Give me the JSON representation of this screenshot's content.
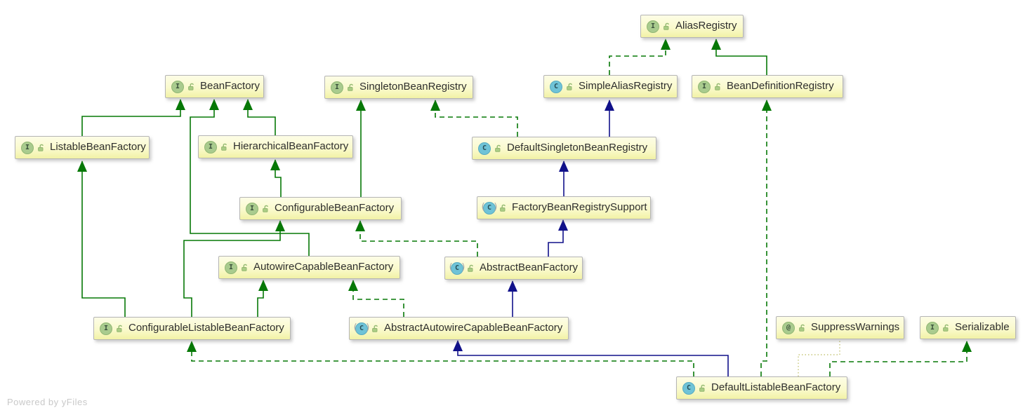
{
  "diagram": {
    "watermark": "Powered by yFiles",
    "nodes": [
      {
        "id": "AliasRegistry",
        "label": "AliasRegistry",
        "stereotype": "interface"
      },
      {
        "id": "BeanFactory",
        "label": "BeanFactory",
        "stereotype": "interface"
      },
      {
        "id": "SingletonBeanRegistry",
        "label": "SingletonBeanRegistry",
        "stereotype": "interface"
      },
      {
        "id": "SimpleAliasRegistry",
        "label": "SimpleAliasRegistry",
        "stereotype": "class"
      },
      {
        "id": "BeanDefinitionRegistry",
        "label": "BeanDefinitionRegistry",
        "stereotype": "interface"
      },
      {
        "id": "ListableBeanFactory",
        "label": "ListableBeanFactory",
        "stereotype": "interface"
      },
      {
        "id": "HierarchicalBeanFactory",
        "label": "HierarchicalBeanFactory",
        "stereotype": "interface"
      },
      {
        "id": "DefaultSingletonBeanRegistry",
        "label": "DefaultSingletonBeanRegistry",
        "stereotype": "class"
      },
      {
        "id": "ConfigurableBeanFactory",
        "label": "ConfigurableBeanFactory",
        "stereotype": "interface"
      },
      {
        "id": "FactoryBeanRegistrySupport",
        "label": "FactoryBeanRegistrySupport",
        "stereotype": "abstract"
      },
      {
        "id": "AutowireCapableBeanFactory",
        "label": "AutowireCapableBeanFactory",
        "stereotype": "interface"
      },
      {
        "id": "AbstractBeanFactory",
        "label": "AbstractBeanFactory",
        "stereotype": "abstract"
      },
      {
        "id": "ConfigurableListableBeanFactory",
        "label": "ConfigurableListableBeanFactory",
        "stereotype": "interface"
      },
      {
        "id": "AbstractAutowireCapableBeanFactory",
        "label": "AbstractAutowireCapableBeanFactory",
        "stereotype": "abstract"
      },
      {
        "id": "SuppressWarnings",
        "label": "SuppressWarnings",
        "stereotype": "annotation"
      },
      {
        "id": "Serializable",
        "label": "Serializable",
        "stereotype": "interface"
      },
      {
        "id": "DefaultListableBeanFactory",
        "label": "DefaultListableBeanFactory",
        "stereotype": "class"
      }
    ],
    "icon_glyphs": {
      "interface": "I",
      "class": "C",
      "abstract": "C",
      "annotation": "@"
    },
    "edges": [
      {
        "from": "ListableBeanFactory",
        "to": "BeanFactory",
        "relation": "extends-interface"
      },
      {
        "from": "HierarchicalBeanFactory",
        "to": "BeanFactory",
        "relation": "extends-interface"
      },
      {
        "from": "AutowireCapableBeanFactory",
        "to": "BeanFactory",
        "relation": "extends-interface"
      },
      {
        "from": "SimpleAliasRegistry",
        "to": "AliasRegistry",
        "relation": "implements"
      },
      {
        "from": "BeanDefinitionRegistry",
        "to": "AliasRegistry",
        "relation": "extends-interface"
      },
      {
        "from": "DefaultSingletonBeanRegistry",
        "to": "SimpleAliasRegistry",
        "relation": "extends-class"
      },
      {
        "from": "DefaultSingletonBeanRegistry",
        "to": "SingletonBeanRegistry",
        "relation": "implements"
      },
      {
        "from": "ConfigurableBeanFactory",
        "to": "HierarchicalBeanFactory",
        "relation": "extends-interface"
      },
      {
        "from": "ConfigurableBeanFactory",
        "to": "SingletonBeanRegistry",
        "relation": "extends-interface"
      },
      {
        "from": "FactoryBeanRegistrySupport",
        "to": "DefaultSingletonBeanRegistry",
        "relation": "extends-class"
      },
      {
        "from": "AbstractBeanFactory",
        "to": "FactoryBeanRegistrySupport",
        "relation": "extends-class"
      },
      {
        "from": "AbstractBeanFactory",
        "to": "ConfigurableBeanFactory",
        "relation": "implements"
      },
      {
        "from": "ConfigurableListableBeanFactory",
        "to": "ListableBeanFactory",
        "relation": "extends-interface"
      },
      {
        "from": "ConfigurableListableBeanFactory",
        "to": "ConfigurableBeanFactory",
        "relation": "extends-interface"
      },
      {
        "from": "ConfigurableListableBeanFactory",
        "to": "AutowireCapableBeanFactory",
        "relation": "extends-interface"
      },
      {
        "from": "AbstractAutowireCapableBeanFactory",
        "to": "AbstractBeanFactory",
        "relation": "extends-class"
      },
      {
        "from": "AbstractAutowireCapableBeanFactory",
        "to": "AutowireCapableBeanFactory",
        "relation": "implements"
      },
      {
        "from": "DefaultListableBeanFactory",
        "to": "AbstractAutowireCapableBeanFactory",
        "relation": "extends-class"
      },
      {
        "from": "DefaultListableBeanFactory",
        "to": "ConfigurableListableBeanFactory",
        "relation": "implements"
      },
      {
        "from": "DefaultListableBeanFactory",
        "to": "BeanDefinitionRegistry",
        "relation": "implements"
      },
      {
        "from": "DefaultListableBeanFactory",
        "to": "Serializable",
        "relation": "implements"
      },
      {
        "from": "DefaultListableBeanFactory",
        "to": "SuppressWarnings",
        "relation": "annotated-by"
      }
    ],
    "colors": {
      "interface_inheritance_green": "#067806",
      "class_inheritance_navy": "#11118a",
      "annotation_dotted_olive": "#c6c67a",
      "node_fill": "#fafacd",
      "node_border": "#b5b5b5",
      "interface_icon_green": "#a9cb8e",
      "class_icon_teal": "#6fc3d7",
      "watermark_gray": "#c9c9c9"
    }
  }
}
